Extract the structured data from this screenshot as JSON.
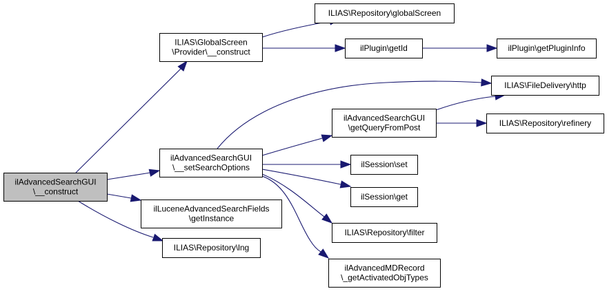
{
  "diagram": {
    "type": "call-graph",
    "colors": {
      "edge": "#191970",
      "root_fill": "#bfbfbf",
      "node_fill": "#ffffff"
    },
    "nodes": [
      {
        "id": "root",
        "lines": [
          "ilAdvancedSearchGUI",
          "\\__construct"
        ],
        "root": true
      },
      {
        "id": "gs_provider",
        "lines": [
          "ILIAS\\GlobalScreen",
          "\\Provider\\__construct"
        ]
      },
      {
        "id": "repo_globalscreen",
        "lines": [
          "ILIAS\\Repository\\globalScreen"
        ]
      },
      {
        "id": "plugin_getid",
        "lines": [
          "ilPlugin\\getId"
        ]
      },
      {
        "id": "plugin_getinfo",
        "lines": [
          "ilPlugin\\getPluginInfo"
        ]
      },
      {
        "id": "filedelivery_http",
        "lines": [
          "ILIAS\\FileDelivery\\http"
        ]
      },
      {
        "id": "getqueryfrompost",
        "lines": [
          "ilAdvancedSearchGUI",
          "\\getQueryFromPost"
        ]
      },
      {
        "id": "repo_refinery",
        "lines": [
          "ILIAS\\Repository\\refinery"
        ]
      },
      {
        "id": "setsearchoptions",
        "lines": [
          "ilAdvancedSearchGUI",
          "\\__setSearchOptions"
        ]
      },
      {
        "id": "session_set",
        "lines": [
          "ilSession\\set"
        ]
      },
      {
        "id": "session_get",
        "lines": [
          "ilSession\\get"
        ]
      },
      {
        "id": "lucene_getinstance",
        "lines": [
          "ilLuceneAdvancedSearchFields",
          "\\getInstance"
        ]
      },
      {
        "id": "repo_filter",
        "lines": [
          "ILIAS\\Repository\\filter"
        ]
      },
      {
        "id": "repo_lng",
        "lines": [
          "ILIAS\\Repository\\lng"
        ]
      },
      {
        "id": "admdrecord",
        "lines": [
          "ilAdvancedMDRecord",
          "\\_getActivatedObjTypes"
        ]
      }
    ],
    "edges": [
      {
        "from": "root",
        "to": "gs_provider"
      },
      {
        "from": "root",
        "to": "setsearchoptions"
      },
      {
        "from": "root",
        "to": "lucene_getinstance"
      },
      {
        "from": "root",
        "to": "repo_lng"
      },
      {
        "from": "gs_provider",
        "to": "repo_globalscreen"
      },
      {
        "from": "gs_provider",
        "to": "plugin_getid"
      },
      {
        "from": "plugin_getid",
        "to": "plugin_getinfo"
      },
      {
        "from": "setsearchoptions",
        "to": "filedelivery_http"
      },
      {
        "from": "setsearchoptions",
        "to": "getqueryfrompost"
      },
      {
        "from": "setsearchoptions",
        "to": "session_set"
      },
      {
        "from": "setsearchoptions",
        "to": "session_get"
      },
      {
        "from": "setsearchoptions",
        "to": "repo_filter"
      },
      {
        "from": "setsearchoptions",
        "to": "admdrecord"
      },
      {
        "from": "getqueryfrompost",
        "to": "filedelivery_http"
      },
      {
        "from": "getqueryfrompost",
        "to": "repo_refinery"
      }
    ]
  }
}
